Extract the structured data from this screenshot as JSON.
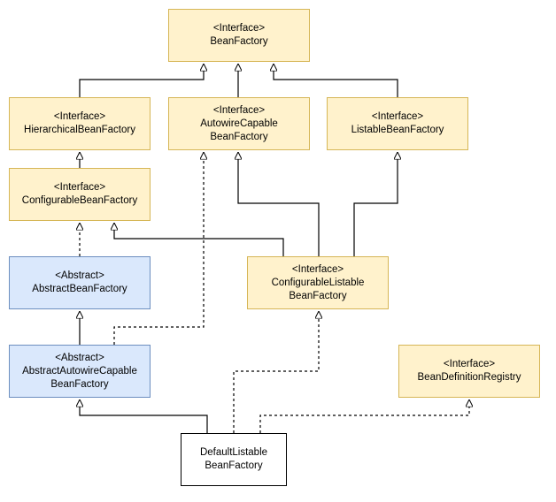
{
  "nodes": {
    "bean_factory": {
      "stereotype": "<Interface>",
      "lines": [
        "BeanFactory"
      ]
    },
    "hierarchical": {
      "stereotype": "<Interface>",
      "lines": [
        "HierarchicalBeanFactory"
      ]
    },
    "autowire_capable": {
      "stereotype": "<Interface>",
      "lines": [
        "AutowireCapable",
        "BeanFactory"
      ]
    },
    "listable": {
      "stereotype": "<Interface>",
      "lines": [
        "ListableBeanFactory"
      ]
    },
    "configurable": {
      "stereotype": "<Interface>",
      "lines": [
        "ConfigurableBeanFactory"
      ]
    },
    "abstract_bf": {
      "stereotype": "<Abstract>",
      "lines": [
        "AbstractBeanFactory"
      ]
    },
    "configurable_listable": {
      "stereotype": "<Interface>",
      "lines": [
        "ConfigurableListable",
        "BeanFactory"
      ]
    },
    "abstract_autowire": {
      "stereotype": "<Abstract>",
      "lines": [
        "AbstractAutowireCapable",
        "BeanFactory"
      ]
    },
    "bean_def_registry": {
      "stereotype": "<Interface>",
      "lines": [
        "BeanDefinitionRegistry"
      ]
    },
    "default_listable": {
      "lines": [
        "DefaultListable",
        "BeanFactory"
      ]
    }
  },
  "colors": {
    "interface_fill": "#fff2cc",
    "interface_border": "#d6b656",
    "abstract_fill": "#dae8fc",
    "abstract_border": "#6c8ebf",
    "class_fill": "#ffffff",
    "class_border": "#000000"
  }
}
